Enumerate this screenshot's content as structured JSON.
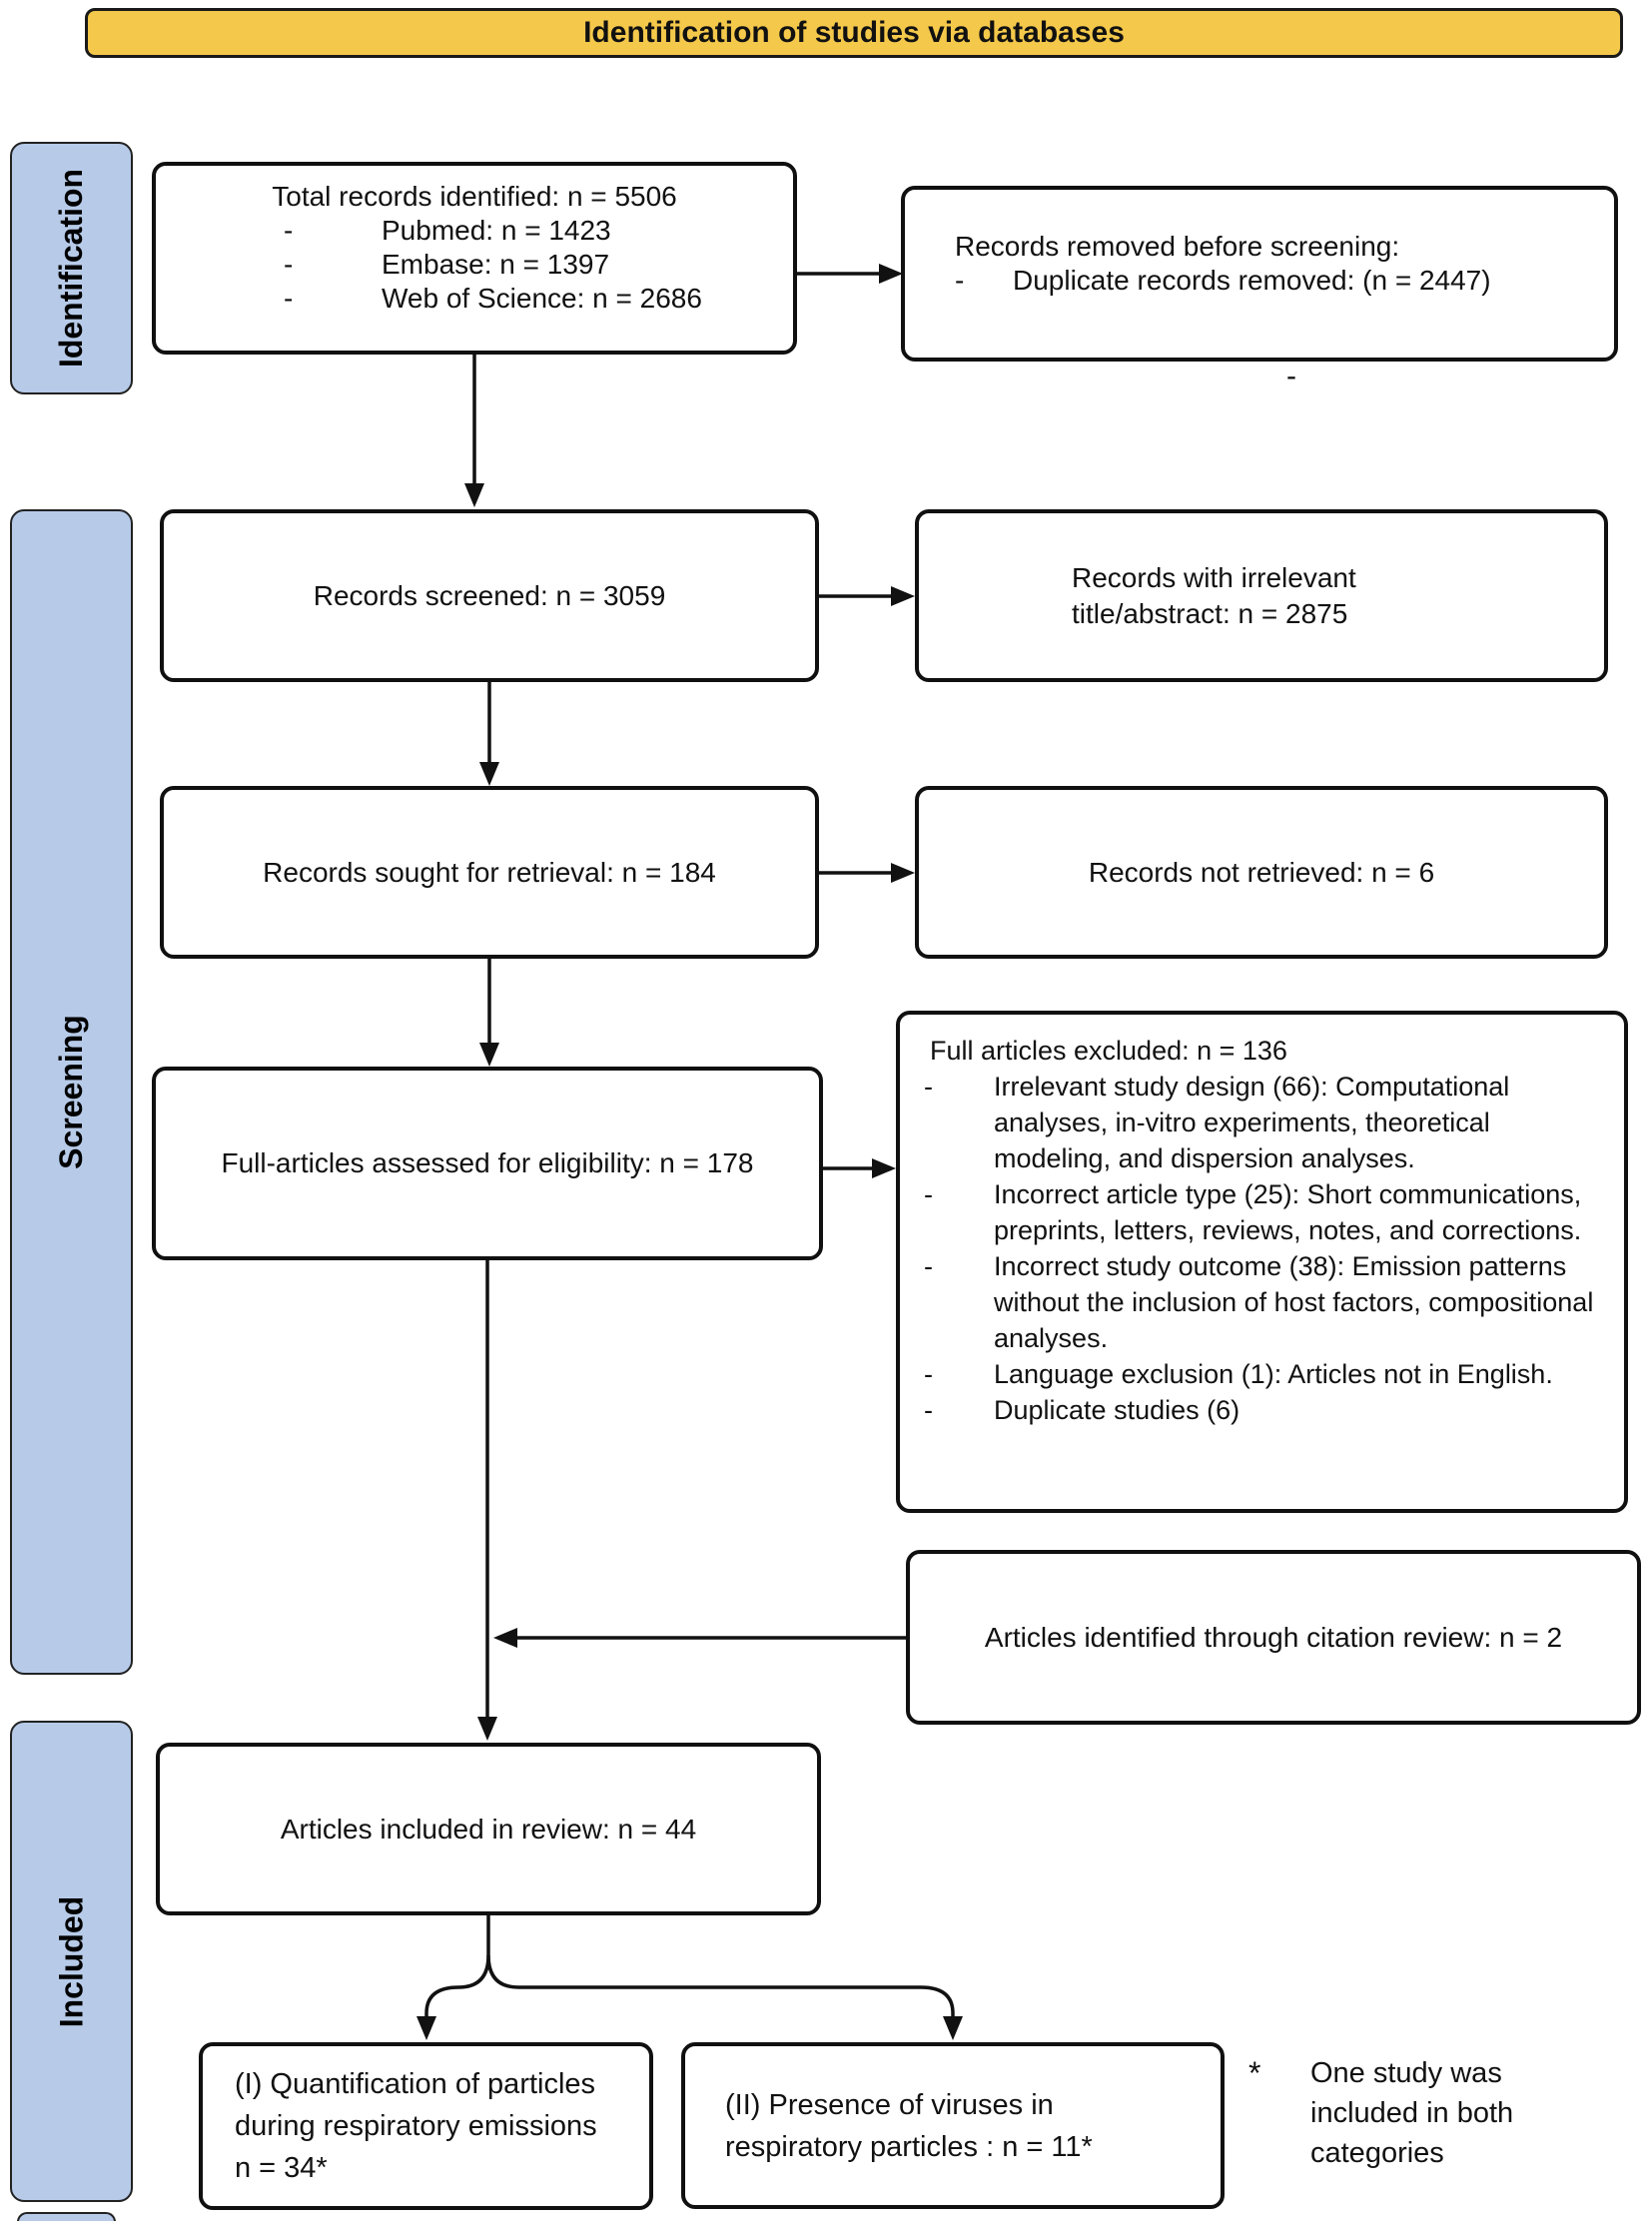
{
  "banner": {
    "title": "Identification of studies via databases",
    "bg": "#f4c84a"
  },
  "sidebar": {
    "bg": "#b7cbe9",
    "stages": [
      {
        "label": "Identification"
      },
      {
        "label": "Screening"
      },
      {
        "label": "Included"
      }
    ]
  },
  "flow": {
    "total_records": {
      "title": "Total records identified: n = 5506",
      "marker": "-",
      "items": [
        "Pubmed: n = 1423",
        "Embase: n = 1397",
        "Web of Science: n = 2686"
      ]
    },
    "records_removed": {
      "title": "Records removed before screening:",
      "marker": "-",
      "items": [
        "Duplicate records removed: (n = 2447)"
      ]
    },
    "stray_dash": "-",
    "records_screened": {
      "label": "Records screened: n = 3059"
    },
    "irrelevant_records": {
      "label": "Records with irrelevant title/abstract: n = 2875"
    },
    "records_sought": {
      "label": "Records sought for retrieval: n = 184"
    },
    "not_retrieved": {
      "label": "Records not retrieved: n = 6"
    },
    "assessed": {
      "label": "Full-articles assessed for eligibility: n = 178"
    },
    "excluded": {
      "title": "Full articles excluded: n = 136",
      "marker": "-",
      "items": [
        "Irrelevant study design (66): Computational analyses, in-vitro experiments, theoretical modeling, and dispersion analyses.",
        "Incorrect article type (25): Short communications, preprints, letters, reviews, notes, and corrections.",
        "Incorrect study outcome (38): Emission patterns without the inclusion of host factors, compositional analyses.",
        "Language exclusion (1): Articles not in English.",
        "Duplicate studies (6)"
      ]
    },
    "citation_review": {
      "label": "Articles identified through citation review: n = 2"
    },
    "included_review": {
      "label": "Articles included in review: n = 44"
    },
    "category_one": {
      "lines": [
        "(I) Quantification of particles",
        "during respiratory emissions",
        "n = 34*"
      ]
    },
    "category_two": {
      "lines": [
        "(II) Presence of viruses in",
        "respiratory particles : n = 11*"
      ]
    }
  },
  "footnote": {
    "symbol": "*",
    "lines": [
      "One study was",
      "included in both",
      "categories"
    ]
  }
}
